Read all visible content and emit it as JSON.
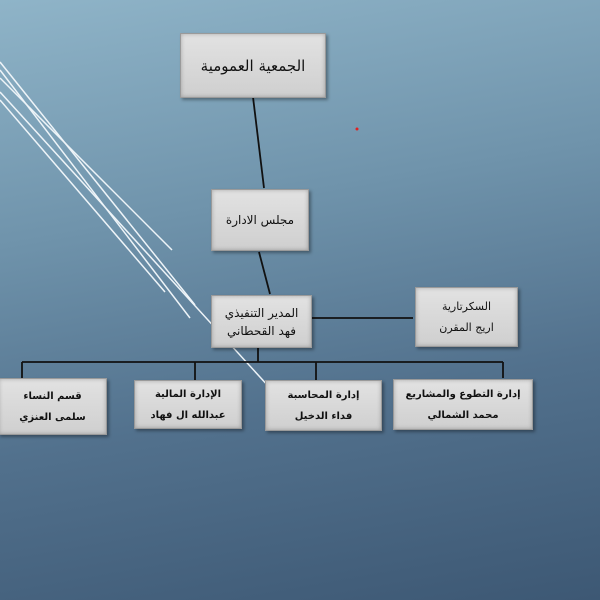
{
  "nodes": {
    "general_assembly": {
      "title": "الجمعية العمومية"
    },
    "board": {
      "title": "مجلس الادارة"
    },
    "executive_director": {
      "title": "المدير التنفيذي",
      "name": "فهد القحطاني"
    },
    "secretary": {
      "title": "السكرتارية",
      "name": "اريج المقرن"
    },
    "departments": [
      {
        "title": "إدارة التطوع والمشاريع",
        "name": "محمد الشمالي"
      },
      {
        "title": "إدارة المحاسبة",
        "name": "فداء الدخيل"
      },
      {
        "title": "الإدارة المالية",
        "name": "عبدالله ال فهاد"
      },
      {
        "title": "قسم النساء",
        "name": "سلمى العنزي"
      }
    ]
  },
  "colors": {
    "box": "#d9d9d9",
    "line": "#111111",
    "accent_dot": "#e02020"
  }
}
